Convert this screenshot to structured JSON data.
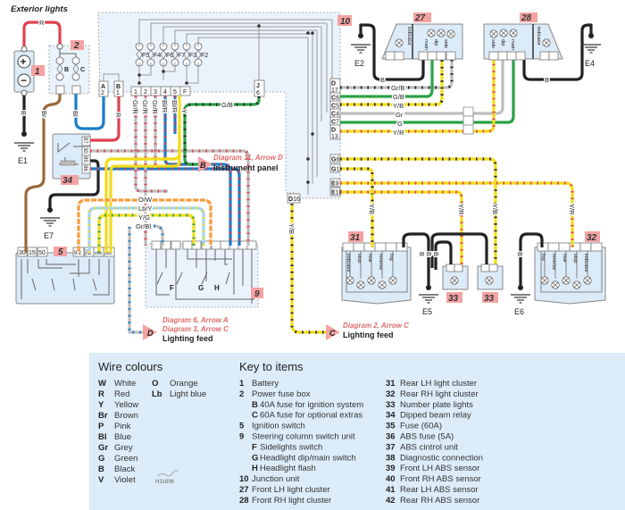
{
  "title": "Exterior lights",
  "components": {
    "battery": {
      "num": "1",
      "plus": "+",
      "minus": "−"
    },
    "fusebox": {
      "num": "2",
      "fuses": [
        "B",
        "C"
      ]
    },
    "relay": {
      "num": "34",
      "pins": [
        "87",
        "30",
        "85",
        "86"
      ]
    },
    "ignition": {
      "num": "5",
      "pins": [
        "30",
        "15",
        "50",
        "Int",
        "/a",
        "st/a",
        "pos"
      ]
    },
    "junction": {
      "num": "10",
      "fuses": [
        "F5",
        "F4",
        "F6",
        "F7",
        "F3",
        "F2"
      ],
      "bottom_connectors": [
        {
          "id": "A",
          "pin": "2"
        },
        {
          "id": "B",
          "pin": "1"
        }
      ],
      "row_connectors": [
        "1",
        "2",
        "3",
        "4",
        "5",
        "F"
      ],
      "j_connector": {
        "id": "J",
        "pin": "6"
      },
      "right_connectors": [
        {
          "id": "D",
          "pin": "17"
        },
        {
          "id": "C",
          "pin": "6"
        },
        {
          "id": "C",
          "pin": "5"
        },
        {
          "id": "C",
          "pin": "4"
        },
        {
          "id": "C",
          "pin": "7"
        },
        {
          "id": "D",
          "pin": "13"
        },
        {
          "id": "G",
          "pin": "8"
        },
        {
          "id": "G",
          "pin": "1"
        },
        {
          "id": "E",
          "pin": "9"
        },
        {
          "id": "E",
          "pin": "10"
        },
        {
          "id": "D",
          "pin": "16"
        }
      ]
    },
    "steering": {
      "num": "9",
      "switches": [
        "F",
        "G",
        "H"
      ]
    },
    "front_lh": {
      "num": "27",
      "lamps": [
        "indicator",
        "main",
        "dip",
        "side"
      ]
    },
    "front_rh": {
      "num": "28",
      "lamps": [
        "side",
        "dip",
        "main",
        "indicator"
      ]
    },
    "rear_lh": {
      "num": "31",
      "lamps": [
        "indicator",
        "stop",
        "rear",
        "reverse",
        "fog"
      ]
    },
    "rear_rh": {
      "num": "32",
      "lamps": [
        "fog",
        "reverse",
        "rear",
        "stop",
        "indicator"
      ]
    },
    "plate": {
      "num": "33"
    }
  },
  "earths": {
    "e1": "E1",
    "e7": "E7",
    "e2": "E2",
    "e4": "E4",
    "e5": "E5",
    "e6": "E6"
  },
  "wire_labels": {
    "bat_r": "R",
    "bat_b": "B",
    "br": "Br",
    "bl": "Bl",
    "b1_r": "R",
    "grr1": "Gr/R",
    "grr2": "Gr/R",
    "grr3": "Gr/R",
    "blr1": "Bl/R",
    "blr2": "Bl/R",
    "y": "Y",
    "gb_j": "G/B",
    "ow": "O/W",
    "lby": "Lb/Y",
    "yg": "Y/G",
    "grbl": "Gr/Bl",
    "d17": "Gr/B",
    "c6": "G/B",
    "c5": "Y/B",
    "c4": "Gr",
    "c7": "G",
    "d13": "Y/R",
    "b27": "B",
    "b28": "B",
    "yb1": "Y/B",
    "yr1": "Y/R",
    "yb2": "Y/B",
    "yr2": "Y/R",
    "d16": "Y/B",
    "rb1": "B",
    "rb2": "B",
    "rb3": "B",
    "rb4": "B"
  },
  "arrows": [
    {
      "letter": "B",
      "line1": "Diagram 11, Arrow D",
      "line2": "Instrument panel"
    },
    {
      "letter": "D",
      "line1": "Diagram 6, Arrow A",
      "line1b": "Diagram 3, Arrow C",
      "line2": "Lighting feed"
    },
    {
      "letter": "C",
      "line1": "Diagram 2, Arrow C",
      "line2": "Lighting feed"
    }
  ],
  "wire_colors": {
    "R": "#e0414f",
    "B": "#222222",
    "Br": "#9a6a3c",
    "Bl": "#1a7cc6",
    "Gr": "#bdbdbd",
    "G": "#2aa244",
    "Y": "#f2dc1c",
    "O": "#f59c3c",
    "Lb": "#a2d6f2",
    "W": "#ffffff"
  },
  "legend": {
    "wire_title": "Wire colours",
    "wires": [
      {
        "code": "W",
        "name": "White"
      },
      {
        "code": "R",
        "name": "Red"
      },
      {
        "code": "Y",
        "name": "Yellow"
      },
      {
        "code": "Br",
        "name": "Brown"
      },
      {
        "code": "P",
        "name": "Pink"
      },
      {
        "code": "Bl",
        "name": "Blue"
      },
      {
        "code": "Gr",
        "name": "Grey"
      },
      {
        "code": "G",
        "name": "Green"
      },
      {
        "code": "B",
        "name": "Black"
      },
      {
        "code": "V",
        "name": "Violet"
      }
    ],
    "wires2": [
      {
        "code": "O",
        "name": "Orange"
      },
      {
        "code": "Lb",
        "name": "Light blue"
      }
    ],
    "ref": "H31696",
    "key_title": "Key to items",
    "key1": [
      {
        "num": "1",
        "text": "Battery"
      },
      {
        "num": "2",
        "text": "Power fuse box"
      },
      {
        "sub": "B",
        "text": "40A fuse for ignition system"
      },
      {
        "sub": "C",
        "text": "60A fuse for optional extras"
      },
      {
        "num": "5",
        "text": "Ignition switch"
      },
      {
        "num": "9",
        "text": "Steering column switch unit"
      },
      {
        "sub": "F",
        "text": "Sidelights switch"
      },
      {
        "sub": "G",
        "text": "Headlight dip/main switch"
      },
      {
        "sub": "H",
        "text": "Headlight flash"
      },
      {
        "num": "10",
        "text": "Junction unit"
      },
      {
        "num": "27",
        "text": "Front LH light cluster"
      },
      {
        "num": "28",
        "text": "Front RH light cluster"
      }
    ],
    "key2": [
      {
        "num": "31",
        "text": "Rear LH light cluster"
      },
      {
        "num": "32",
        "text": "Rear RH light cluster"
      },
      {
        "num": "33",
        "text": "Number plate lights"
      },
      {
        "num": "34",
        "text": "Dipped beam relay"
      },
      {
        "num": "35",
        "text": "Fuse (60A)"
      },
      {
        "num": "36",
        "text": "ABS fuse (5A)"
      },
      {
        "num": "37",
        "text": "ABS cintrol unit"
      },
      {
        "num": "38",
        "text": "Diagnostic connection"
      },
      {
        "num": "39",
        "text": "Front LH ABS sensor"
      },
      {
        "num": "40",
        "text": "Front RH ABS sensor"
      },
      {
        "num": "41",
        "text": "Rear LH ABS sensor"
      },
      {
        "num": "42",
        "text": "Rear RH ABS sensor"
      }
    ]
  }
}
